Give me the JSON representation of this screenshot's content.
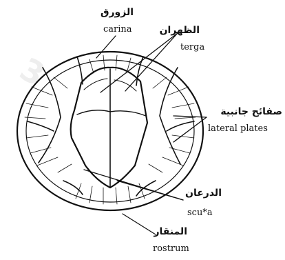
{
  "watermark": "3",
  "labels": {
    "carina_ar": "الزورق",
    "carina_en": "carina",
    "terga_ar": "الظهران",
    "terga_en": "terga",
    "lateral_ar": "صفائح جانبية",
    "lateral_en": "lateral plates",
    "scuta_ar": "الدرعان",
    "scuta_en": "scu*a",
    "rostrum_ar": "المنقار",
    "rostrum_en": "rostrum"
  }
}
